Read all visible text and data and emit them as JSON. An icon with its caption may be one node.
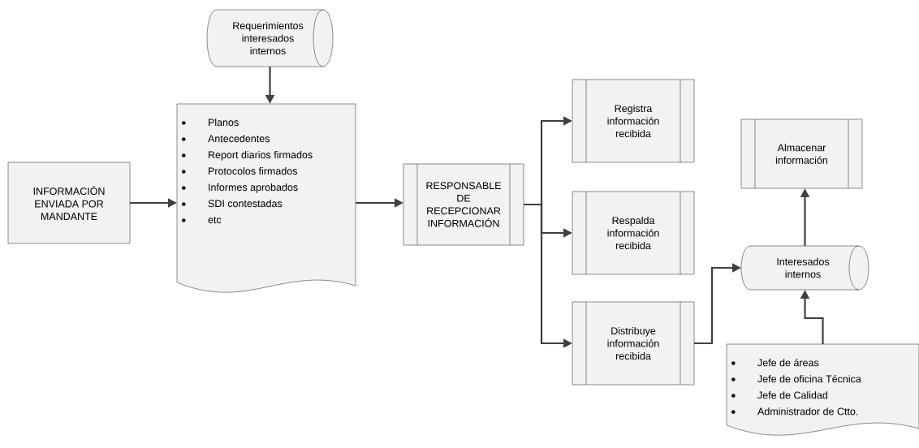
{
  "diagram": {
    "nodes": [
      {
        "text": [
          "INFORMACIÓN ENVIADA POR MANDANTE"
        ]
      },
      {
        "text": [
          "Requerimientos interesados internos"
        ]
      },
      {
        "text": [
          "Planos",
          "Antecedentes",
          "Report diarios firmados",
          "Protocolos firmados",
          "Informes aprobados",
          "SDI contestadas",
          "etc"
        ]
      },
      {
        "text": [
          "RESPONSABLE DE RECEPCIONAR INFORMACIÓN"
        ]
      },
      {
        "text": [
          "Registra información recibida"
        ]
      },
      {
        "text": [
          "Respalda información recibida"
        ]
      },
      {
        "text": [
          "Distribuye información recibida"
        ]
      },
      {
        "text": [
          "Almacenar información"
        ]
      },
      {
        "text": [
          "Interesados internos"
        ]
      },
      {
        "text": [
          "Jefe de áreas",
          "Jefe de oficina Técnica",
          "Jefe de Calidad",
          "Administrador de Ctto."
        ]
      }
    ],
    "edges": [
      {
        "from": 0,
        "to": 2,
        "arrow": "to"
      },
      {
        "from": 1,
        "to": 2,
        "arrow": "to"
      },
      {
        "from": 2,
        "to": 3,
        "arrow": "to"
      },
      {
        "from": 3,
        "to": 4,
        "arrow": "to"
      },
      {
        "from": 3,
        "to": 5,
        "arrow": "to"
      },
      {
        "from": 3,
        "to": 6,
        "arrow": "to"
      },
      {
        "from": 6,
        "to": 8,
        "arrow": "to"
      },
      {
        "from": 9,
        "to": 8,
        "arrow": "to"
      },
      {
        "from": 8,
        "to": 7,
        "arrow": "to"
      }
    ]
  }
}
